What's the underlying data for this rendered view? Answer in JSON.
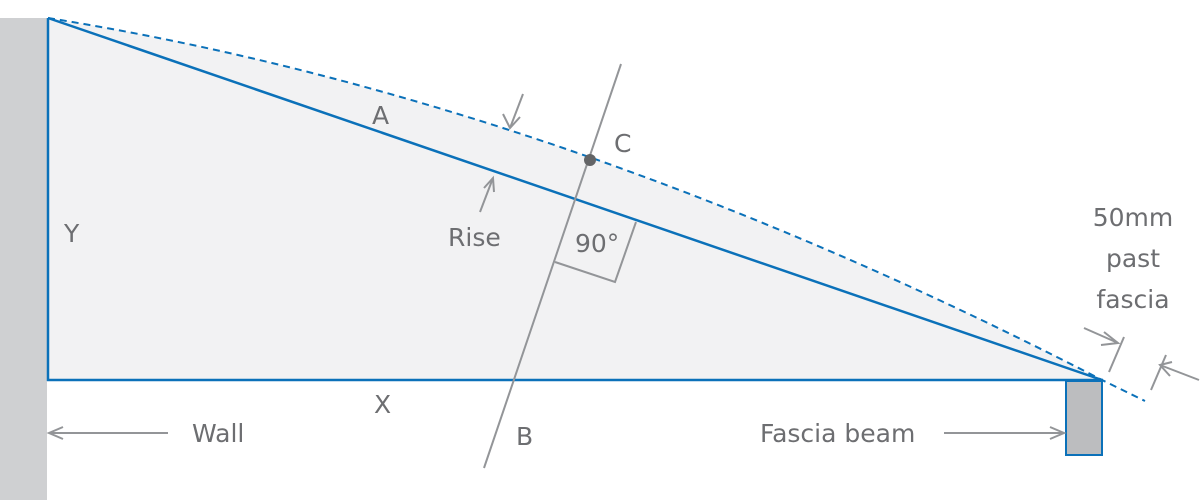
{
  "diagram": {
    "title": "Roof rafter length diagram",
    "colors": {
      "wall": "#cfd0d2",
      "fill": "#f2f2f3",
      "line_blue": "#0b71b9",
      "line_gray": "#939598",
      "text": "#6d6e71",
      "fascia": "#bcbdbf",
      "point": "#636466"
    },
    "labels": {
      "a": "A",
      "b": "B",
      "c": "C",
      "x": "X",
      "y": "Y",
      "rise": "Rise",
      "angle": "90°",
      "wall": "Wall",
      "fascia_beam": "Fascia beam",
      "overhang_line1": "50mm",
      "overhang_line2": "past",
      "overhang_line3": "fascia"
    }
  }
}
